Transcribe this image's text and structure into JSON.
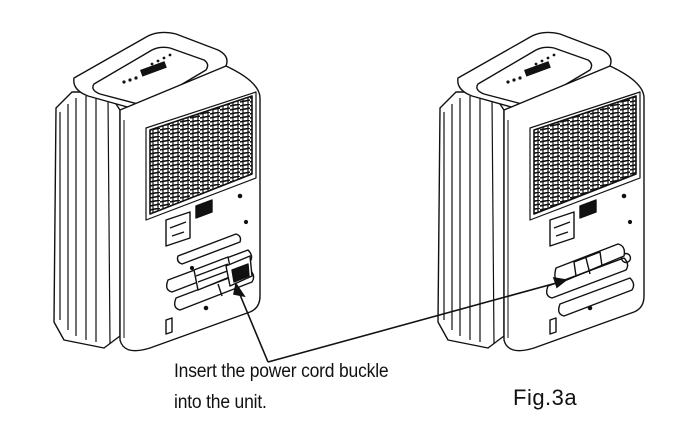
{
  "callout": {
    "line1": "Insert the power cord buckle",
    "line2": "into the unit."
  },
  "figure_label": "Fig.3a",
  "colors": {
    "stroke": "#111111",
    "background": "#ffffff"
  }
}
